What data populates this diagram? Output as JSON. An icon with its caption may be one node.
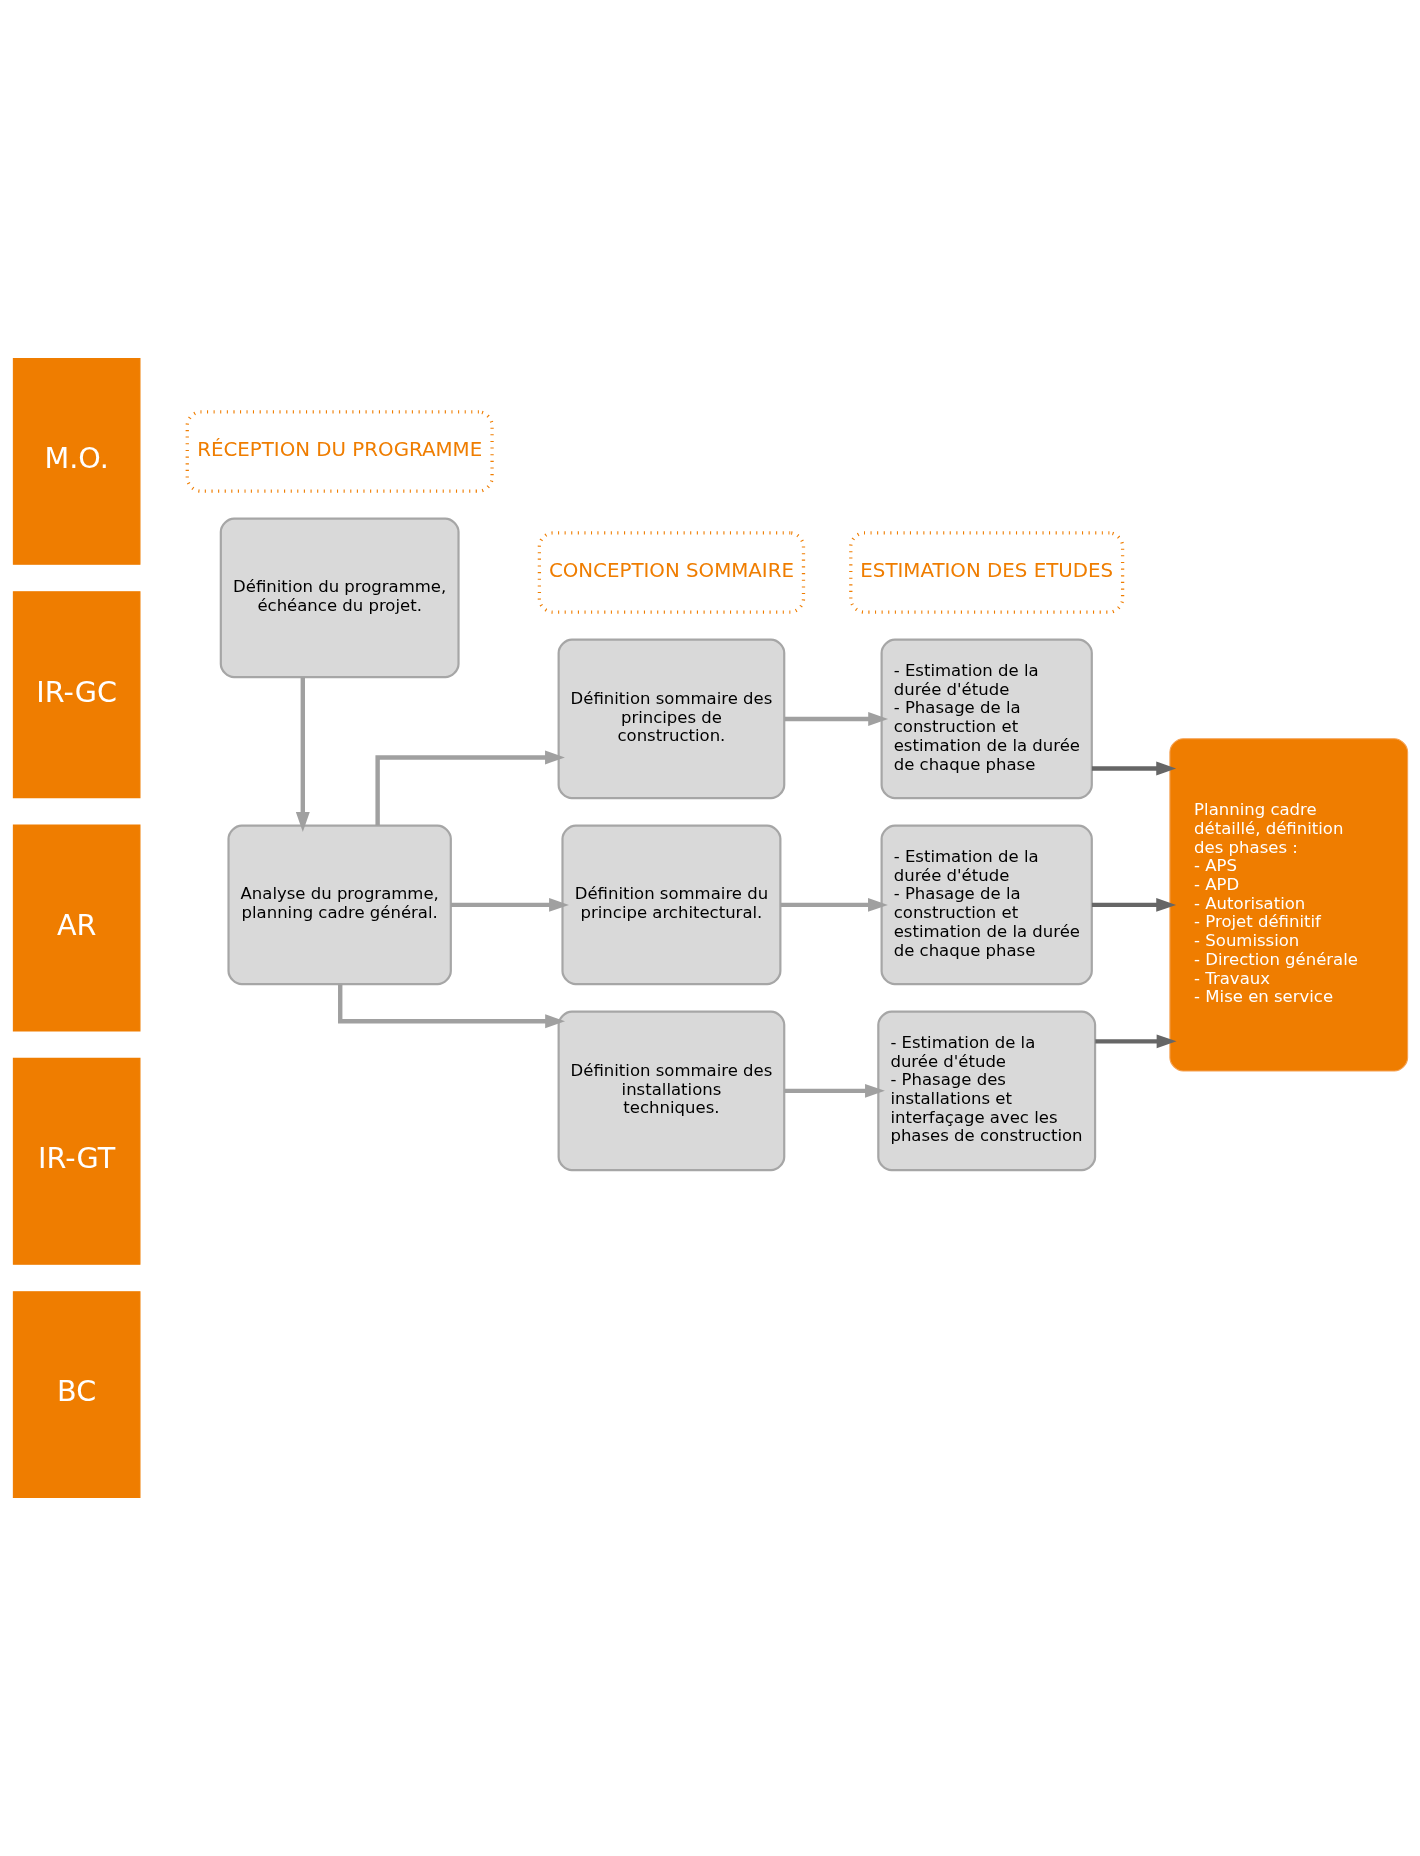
{
  "diagram": {
    "nodes": [
      {
        "text": [
          "RÉCEPTION DU PROGRAMME"
        ]
      },
      {
        "text": [
          "CONCEPTION SOMMAIRE"
        ]
      },
      {
        "text": [
          "ESTIMATION DES ETUDES"
        ]
      },
      {
        "text": [
          "M.O."
        ]
      },
      {
        "text": [
          "Définition du programme, échéance du projet."
        ]
      },
      {
        "text": [
          "IR-GC"
        ]
      },
      {
        "text": [
          "Définition sommaire des principes de construction."
        ]
      },
      {
        "text": [
          "- Estimation de la durée d'étude",
          "- Phasage de la construction et estimation de la durée de chaque phase"
        ]
      },
      {
        "text": [
          "AR"
        ]
      },
      {
        "text": [
          "Analyse du programme, planning cadre général."
        ]
      },
      {
        "text": [
          "Définition sommaire du principe architectural."
        ]
      },
      {
        "text": [
          "- Estimation de la durée d'étude",
          "- Phasage de la construction et estimation de la durée de chaque phase"
        ]
      },
      {
        "text": [
          "Planning cadre détaillé, définition des phases :",
          "- APS",
          "- APD",
          "- Autorisation",
          "- Projet définitif",
          "- Soumission",
          "- Direction générale",
          "- Travaux",
          "- Mise en service"
        ]
      },
      {
        "text": [
          "IR-GT"
        ]
      },
      {
        "text": [
          "Définition sommaire des installations techniques."
        ]
      },
      {
        "text": [
          "- Estimation de la durée d'étude",
          "- Phasage des installations et interfaçage avec les phases de construction"
        ]
      },
      {
        "text": [
          "BC"
        ]
      }
    ],
    "edges": [
      {
        "from": 4,
        "to": 9,
        "arrow": "to"
      },
      {
        "from": 9,
        "to": 6,
        "arrow": "to"
      },
      {
        "from": 9,
        "to": 10,
        "arrow": "to"
      },
      {
        "from": 9,
        "to": 14,
        "arrow": "to"
      },
      {
        "from": 6,
        "to": 7,
        "arrow": "to"
      },
      {
        "from": 10,
        "to": 11,
        "arrow": "to"
      },
      {
        "from": 14,
        "to": 15,
        "arrow": "to"
      },
      {
        "from": 7,
        "to": 12,
        "arrow": "to",
        "color": "#666666"
      },
      {
        "from": 11,
        "to": 12,
        "arrow": "to",
        "color": "#666666"
      },
      {
        "from": 15,
        "to": 12,
        "arrow": "to",
        "color": "#666666"
      }
    ]
  }
}
